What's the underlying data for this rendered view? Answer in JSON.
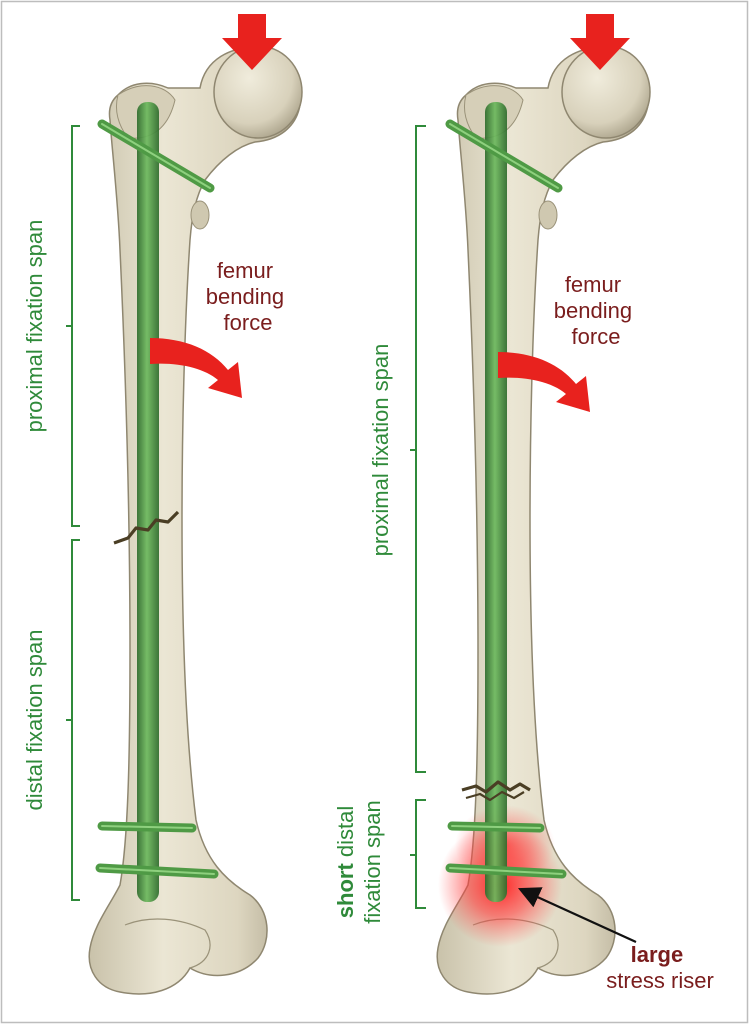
{
  "colors": {
    "bone": "#e2dcc8",
    "bone_shadow": "#b6ae96",
    "bone_dark": "#8f8770",
    "nail": "#4f9a45",
    "nail_dark": "#2e6b2c",
    "bracket": "#2f8a3a",
    "arrow": "#e8221e",
    "fracture": "#4a3e24",
    "label_red": "#7a1d1d",
    "stress": "#ff3030"
  },
  "left_panel": {
    "proximal_label": "proximal fixation span",
    "distal_label": "distal fixation span",
    "force_lines": [
      "femur",
      "bending",
      "force"
    ]
  },
  "right_panel": {
    "proximal_label": "proximal fixation span",
    "short_distal_bold": "short",
    "short_distal_rest": "distal",
    "short_distal_line2": "fixation span",
    "force_lines": [
      "femur",
      "bending",
      "force"
    ],
    "stress_bold": "large",
    "stress_rest": "stress riser"
  }
}
